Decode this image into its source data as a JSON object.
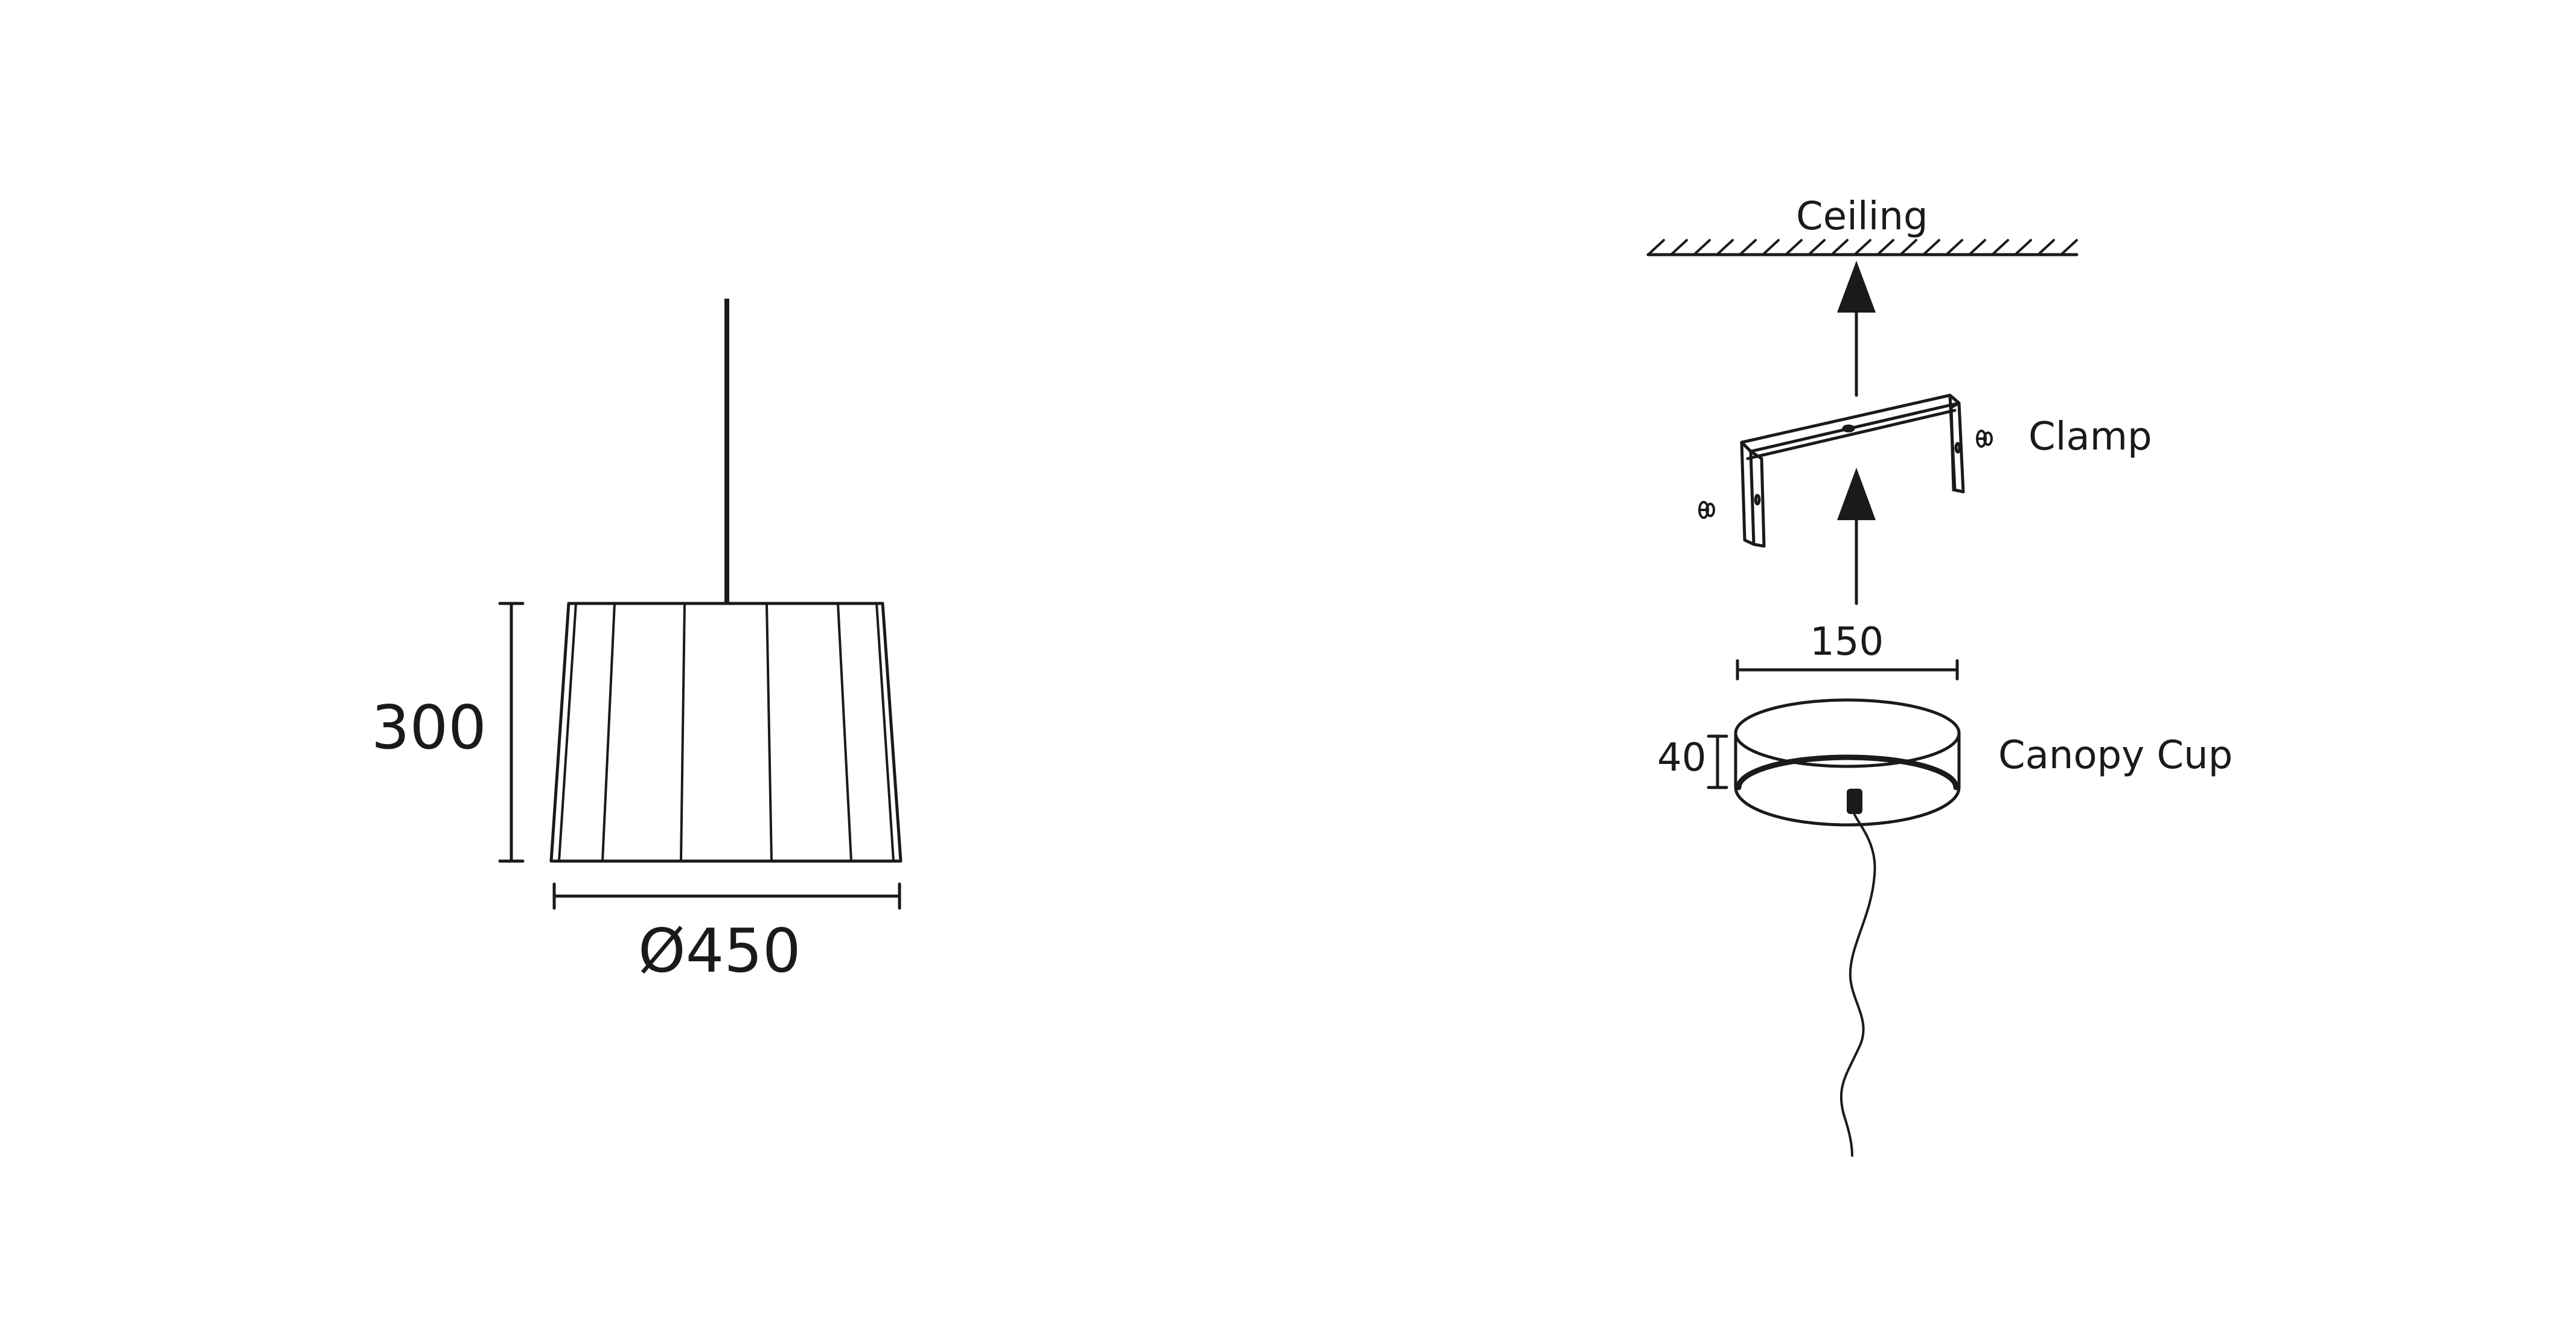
{
  "lamp": {
    "height_label": "300",
    "diameter_label": "Ø450"
  },
  "mounting": {
    "ceiling_label": "Ceiling",
    "clamp_label": "Clamp",
    "canopy_width_label": "150",
    "canopy_height_label": "40",
    "canopy_label": "Canopy Cup"
  }
}
